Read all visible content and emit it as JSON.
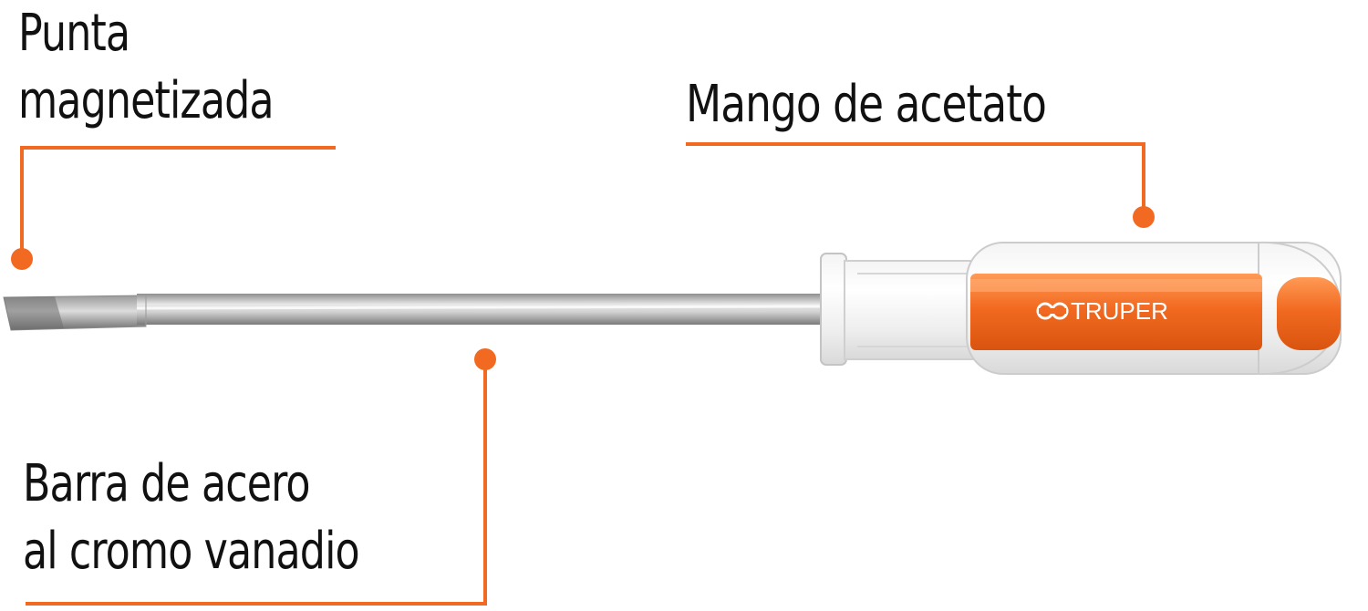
{
  "callouts": {
    "tip": {
      "line1": "Punta",
      "line2": "magnetizada"
    },
    "handle": {
      "text": "Mango de acetato"
    },
    "bar": {
      "line1": "Barra de acero",
      "line2": "al cromo vanadio"
    }
  },
  "brand": {
    "logo_text": "TRUPER"
  },
  "colors": {
    "accent": "#f26a21",
    "text": "#111111",
    "background": "#ffffff"
  }
}
